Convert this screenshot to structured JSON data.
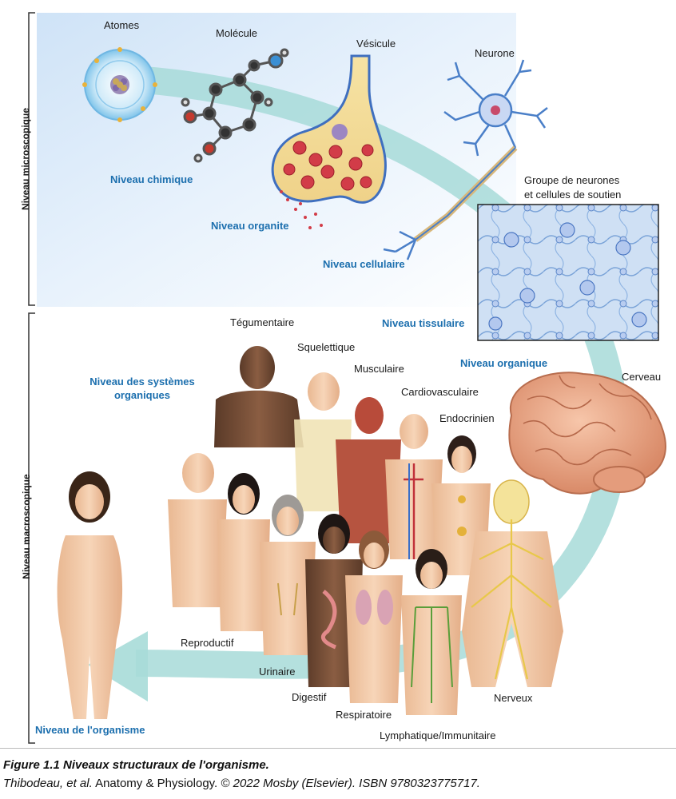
{
  "figure": {
    "side_labels": {
      "microscopic": "Niveau microscopique",
      "macroscopic": "Niveau macroscopique"
    },
    "items": {
      "atomes": "Atomes",
      "molecule": "Molécule",
      "vesicule": "Vésicule",
      "neurone": "Neurone",
      "groupe_line1": "Groupe de neurones",
      "groupe_line2": "et cellules de soutien",
      "cerveau": "Cerveau"
    },
    "levels": {
      "chimique": "Niveau chimique",
      "organite": "Niveau organite",
      "cellulaire": "Niveau cellulaire",
      "tissulaire": "Niveau tissulaire",
      "organique": "Niveau organique",
      "systemes_line1": "Niveau des systèmes",
      "systemes_line2": "organiques",
      "organisme": "Niveau de l'organisme"
    },
    "systems": {
      "tegumentaire": "Tégumentaire",
      "squelettique": "Squelettique",
      "musculaire": "Musculaire",
      "cardiovasculaire": "Cardiovasculaire",
      "endocrinien": "Endocrinien",
      "reproductif": "Reproductif",
      "urinaire": "Urinaire",
      "digestif": "Digestif",
      "respiratoire": "Respiratoire",
      "lymphatique": "Lymphatique/Immunitaire",
      "nerveux": "Nerveux"
    }
  },
  "caption": {
    "title": "Figure 1.1 Niveaux structuraux de l'organisme.",
    "source_authors": "Thibodeau, et al.",
    "source_book": " Anatomy & Physiology.",
    "source_rest": " © 2022 Mosby (Elsevier). ISBN 9780323775717."
  },
  "colors": {
    "level_label": "#1c6fae",
    "flow_arrow": "#a7dbd8",
    "micro_panel": "#dfeefb",
    "skin": "#f2cba8",
    "dark_skin": "#6e4a34",
    "neuron": "#4a7fc8",
    "brain": "#eca88a"
  }
}
